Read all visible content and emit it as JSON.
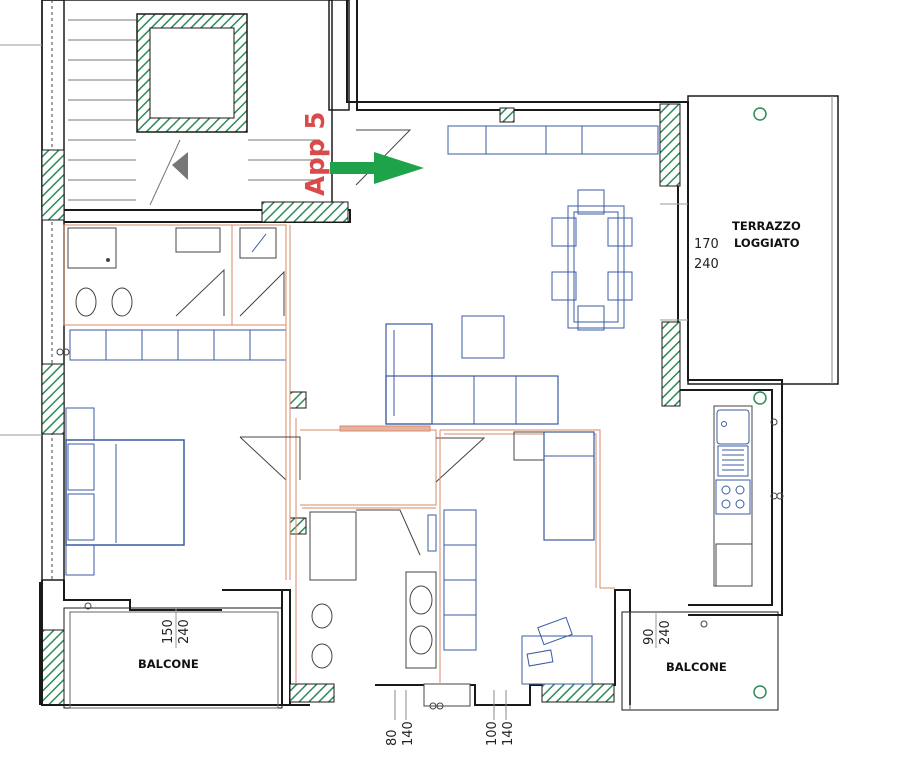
{
  "apartment": {
    "label": "App 5",
    "label_color": "#d94a4a",
    "arrow_color": "#1fa34a"
  },
  "rooms": {
    "terrace_line1": "TERRAZZO",
    "terrace_line2": "LOGGIATO",
    "balcony_left": "BALCONE",
    "balcony_right": "BALCONE"
  },
  "dimensions": {
    "terrace_width": "170",
    "terrace_height": "240",
    "balcony_left_width": "150",
    "balcony_left_height": "240",
    "balcony_right_width": "90",
    "balcony_right_height": "240",
    "window_bath_width": "80",
    "window_bath_height": "140",
    "window_room_width": "100",
    "window_room_height": "140"
  },
  "colors": {
    "wall": "#1a1a1a",
    "pillar_fill": "#2e8b57",
    "furniture": "#3b5aa3",
    "partition": "#d98a6a",
    "fixture": "#555555"
  }
}
